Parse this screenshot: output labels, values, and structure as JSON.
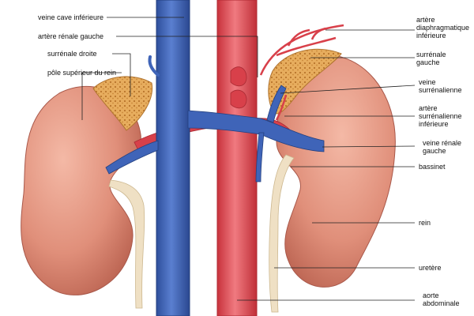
{
  "labels": {
    "vena_cava": "veine cave inférieure",
    "left_renal_artery": "artère rénale gauche",
    "right_adrenal": "surrénale droite",
    "upper_pole": "pôle supérieur du rein",
    "inferior_phrenic_artery": [
      "artère",
      "diaphragmatique",
      "inférieure"
    ],
    "left_adrenal": [
      "surrénale",
      "gauche"
    ],
    "adrenal_vein": [
      "veine",
      "surrénalienne"
    ],
    "inferior_adrenal_artery": [
      "artère",
      "surrénalienne",
      "inférieure"
    ],
    "left_renal_vein": [
      "veine rénale",
      "gauche"
    ],
    "renal_pelvis": "bassinet",
    "kidney": "rein",
    "ureter": "uretère",
    "abdominal_aorta": [
      "aorte",
      "abdominale"
    ]
  },
  "colors": {
    "vein": "#3f64b8",
    "artery": "#e0454f",
    "kidney": "#e08f7a",
    "adrenal": "#e2a657",
    "pelvis": "#efe0c4",
    "leader": "#222222"
  }
}
